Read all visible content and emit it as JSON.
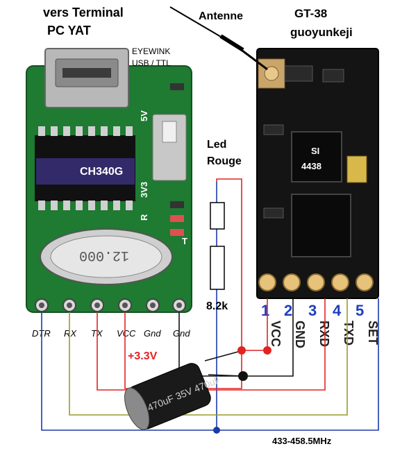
{
  "labels": {
    "terminal_line1": "vers Terminal",
    "terminal_line2": "PC YAT",
    "antenna": "Antenne",
    "module_line1": "GT-38",
    "module_line2": "guoyunkeji",
    "eyewink_line1": "EYEWINK",
    "eyewink_line2": "USB / TTL",
    "led_line1": "Led",
    "led_line2": "Rouge",
    "resistor": "8.2k",
    "supply": "+3.3V",
    "frequency": "433-458.5MHz"
  },
  "usb_board": {
    "chip": "CH340G",
    "crystal": "12.000",
    "silk_5v": "5V",
    "silk_3v3": "3V3",
    "silk_r": "R",
    "silk_t": "T",
    "pins": [
      "DTR",
      "RX",
      "TX",
      "VCC",
      "Gnd",
      "Gnd"
    ]
  },
  "rf_module": {
    "chip_line1": "SI",
    "chip_line2": "4438",
    "pin_numbers": [
      "1",
      "2",
      "3",
      "4",
      "5"
    ],
    "pin_names": [
      "VCC",
      "GND",
      "RXD",
      "TXD",
      "SET"
    ]
  },
  "capacitor": {
    "marking": "470uF 35V 470uF"
  },
  "colors": {
    "pcb": "#1f7a32",
    "module": "#141414",
    "wire_red": "#e32222",
    "wire_blue": "#1a3aa8",
    "wire_olive": "#9a9a2a",
    "wire_black": "#111111",
    "pin_number_blue": "#1e3fbf"
  }
}
